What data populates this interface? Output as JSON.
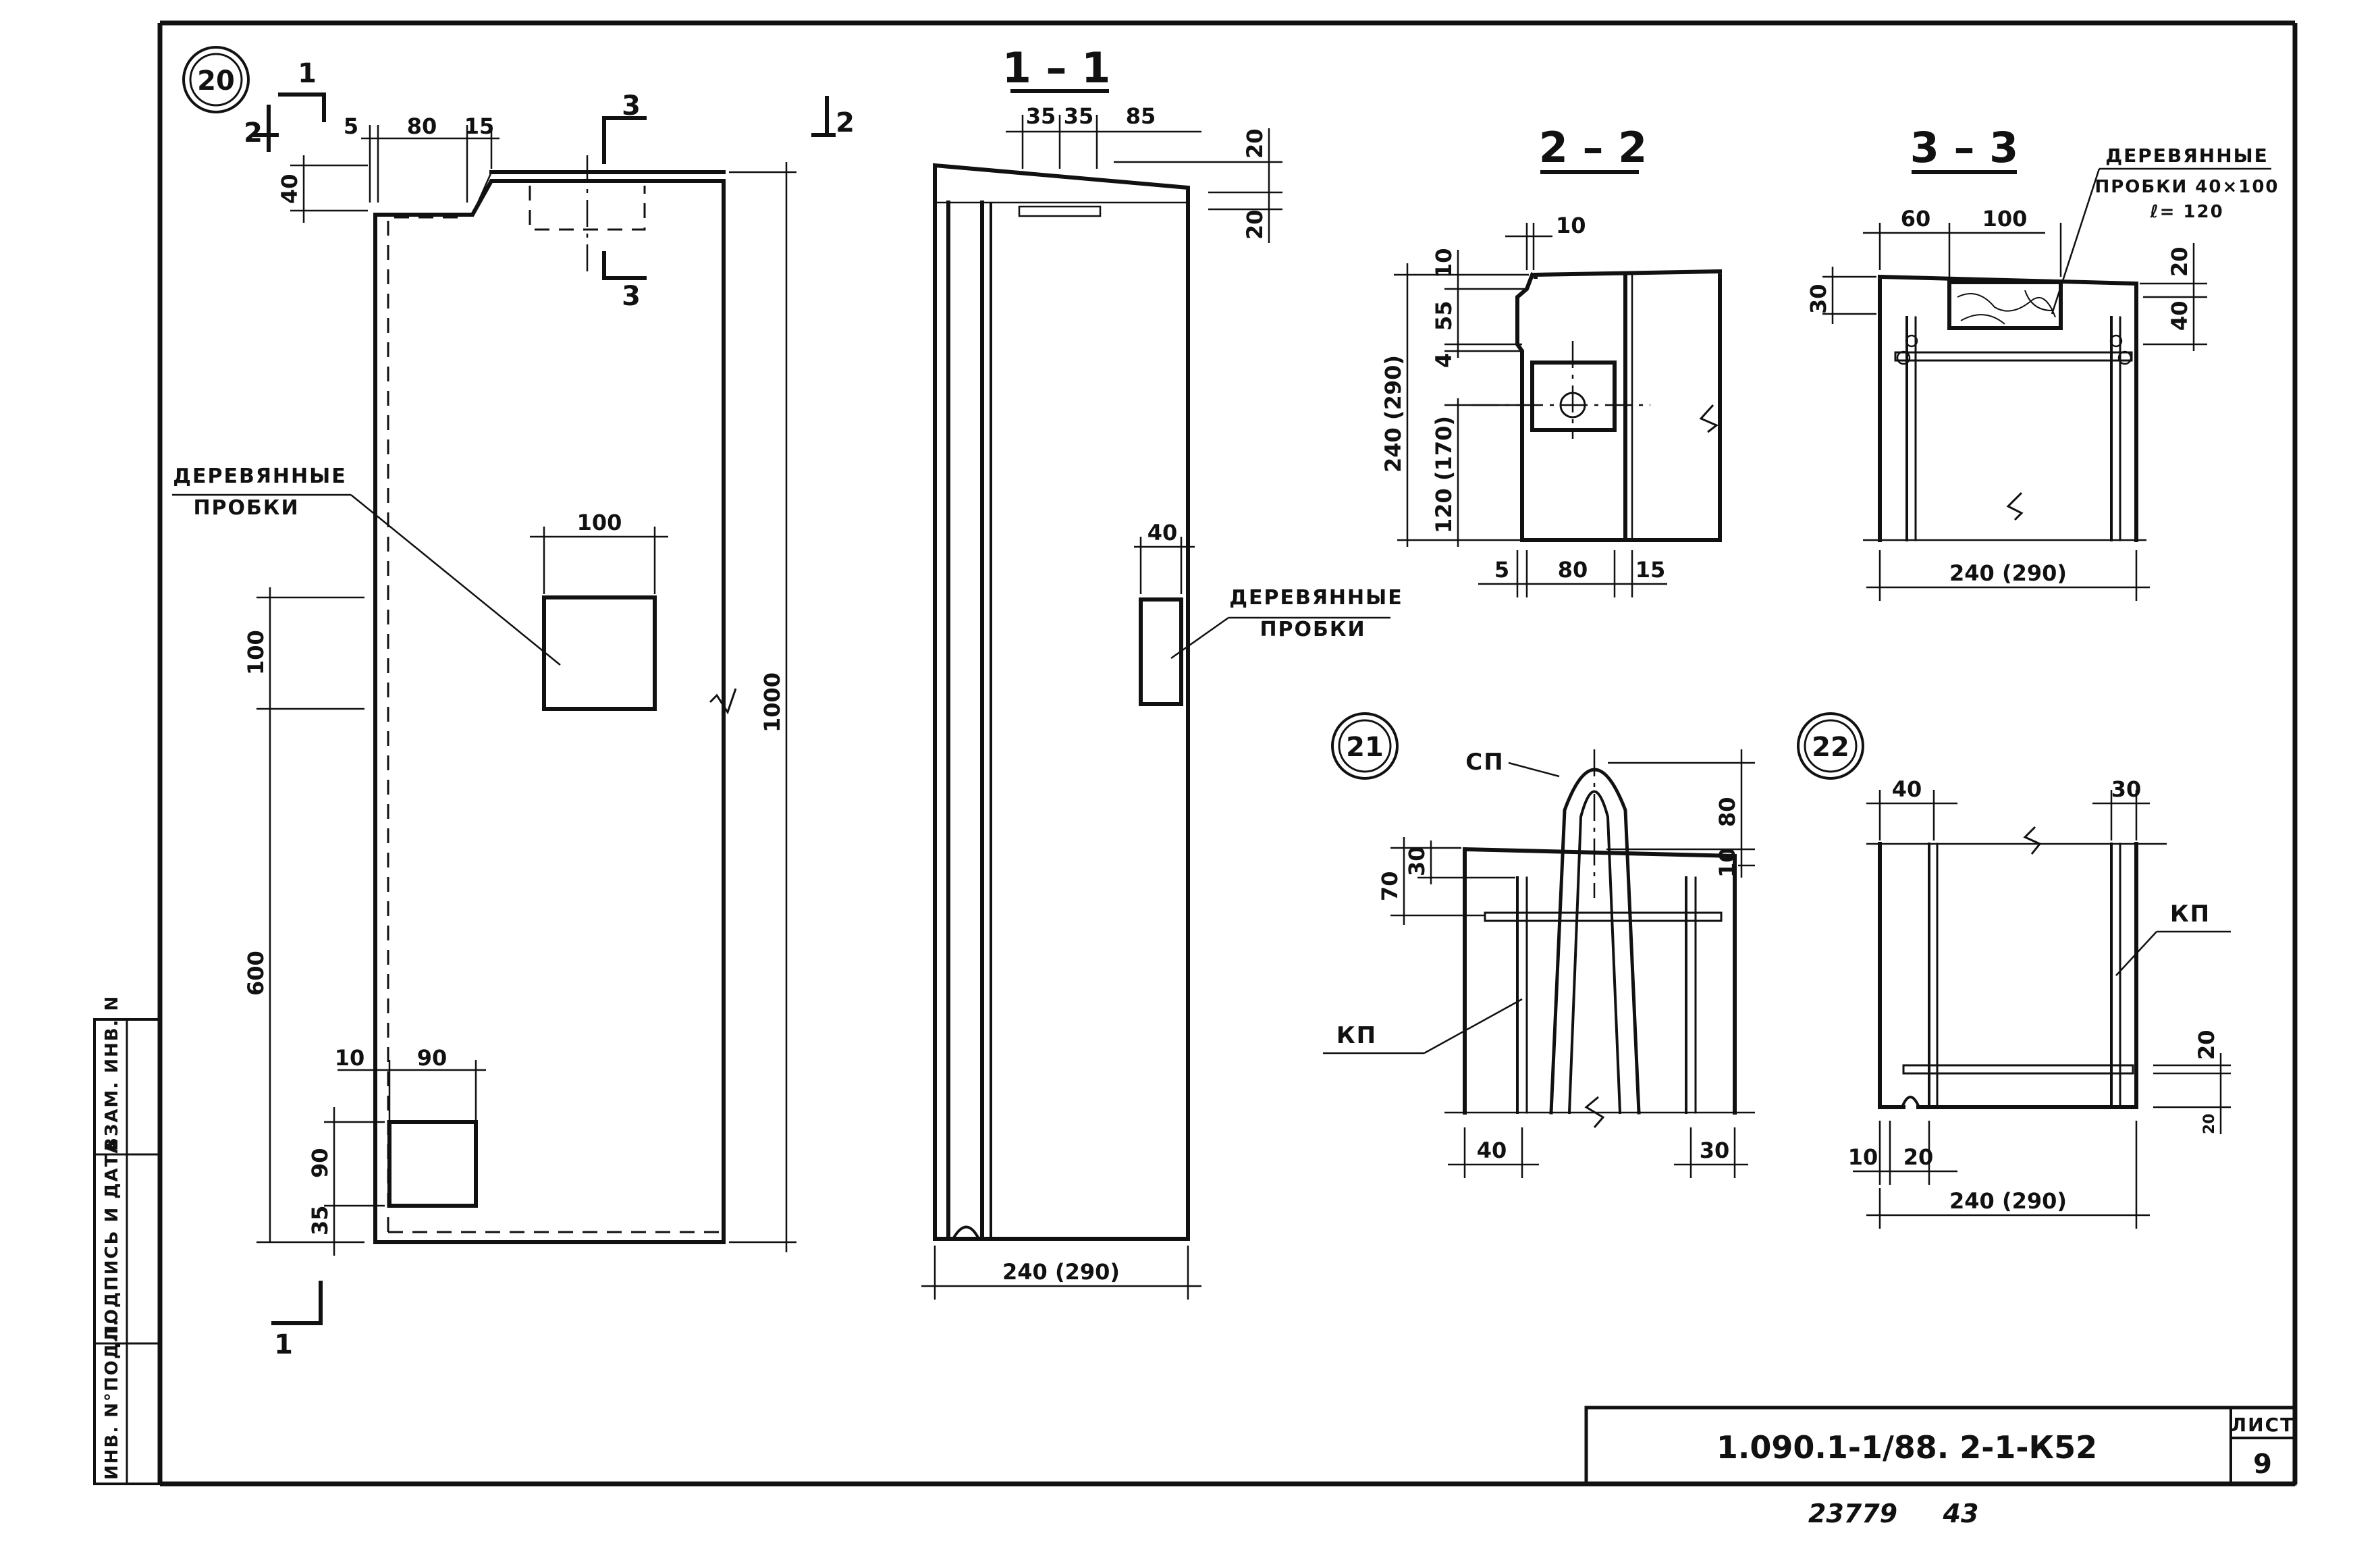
{
  "views": {
    "v20": {
      "number": "20"
    },
    "v21": {
      "number": "21"
    },
    "v22": {
      "number": "22"
    }
  },
  "sections": {
    "s11": "1 – 1",
    "s22": "2 – 2",
    "s33": "3 – 3",
    "m1": "1",
    "m2": "2",
    "m3": "3"
  },
  "labels": {
    "wood_plugs_1": "ДЕРЕВЯННЫЕ",
    "wood_plugs_2": "ПРОБКИ",
    "wood_plugs_spec_1": "ПРОБКИ 40×100",
    "wood_plugs_spec_2": "ℓ= 120",
    "sp": "СП",
    "kp": "КП"
  },
  "dims": {
    "d5": "5",
    "d80": "80",
    "d15": "15",
    "d40": "40",
    "d100": "100",
    "d1000": "1000",
    "d600": "600",
    "d10": "10",
    "d90": "90",
    "d35": "35",
    "d85": "85",
    "d20": "20",
    "d240": "240 (290)",
    "d55": "55",
    "d4": "4",
    "d120": "120 (170)",
    "d60": "60",
    "d30": "30",
    "d70": "70"
  },
  "stamp": {
    "designation": "1.090.1-1/88. 2-1-К52",
    "sheet_label": "ЛИСТ",
    "sheet_number": "9",
    "inventory": "23779",
    "format": "43"
  },
  "side_stamp": {
    "c1": "ИНВ. N°ПОДЛ.",
    "c2": "ПОДПИСЬ И ДАТА",
    "c3": "ВЗАМ. ИНВ. N"
  }
}
